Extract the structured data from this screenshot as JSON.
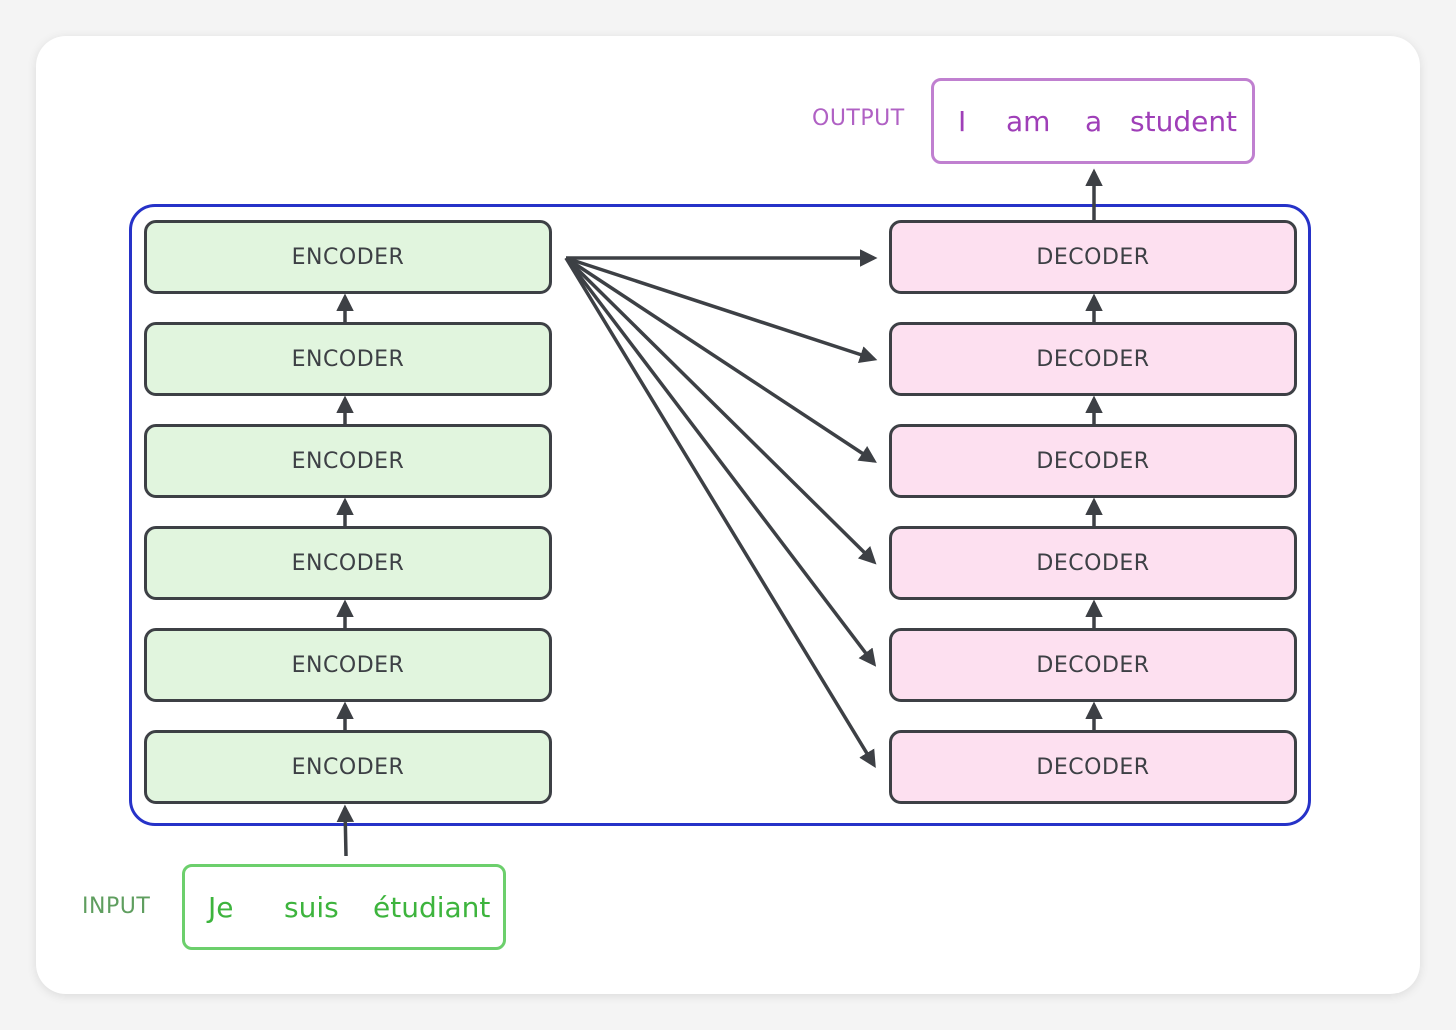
{
  "encoders": [
    {
      "label": "ENCODER"
    },
    {
      "label": "ENCODER"
    },
    {
      "label": "ENCODER"
    },
    {
      "label": "ENCODER"
    },
    {
      "label": "ENCODER"
    },
    {
      "label": "ENCODER"
    }
  ],
  "decoders": [
    {
      "label": "DECODER"
    },
    {
      "label": "DECODER"
    },
    {
      "label": "DECODER"
    },
    {
      "label": "DECODER"
    },
    {
      "label": "DECODER"
    },
    {
      "label": "DECODER"
    }
  ],
  "input": {
    "label": "INPUT",
    "words": [
      "Je",
      "suis",
      "étudiant"
    ]
  },
  "output": {
    "label": "OUTPUT",
    "words": [
      "I",
      "am",
      "a",
      "student"
    ]
  },
  "colors": {
    "frame": "#2632c8",
    "encoder_fill": "#e1f5de",
    "decoder_fill": "#fde0f0",
    "input": "#3db43d",
    "output": "#9f3fb8",
    "arrow": "#3d4045"
  }
}
